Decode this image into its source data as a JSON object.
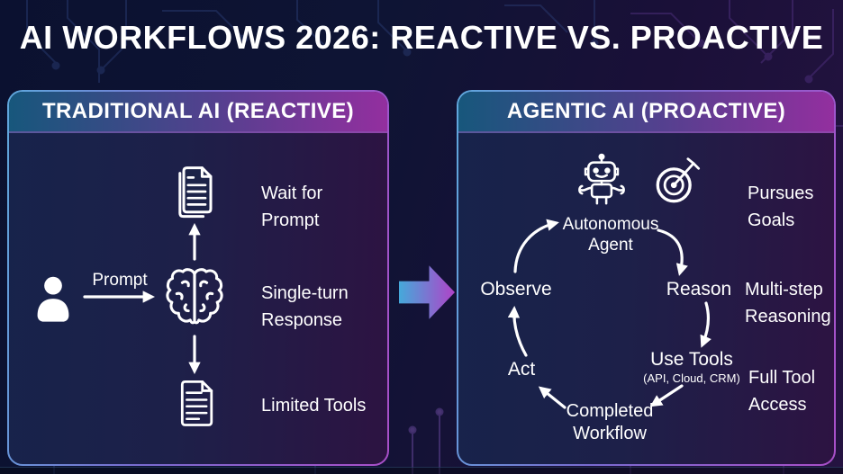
{
  "title": "AI WORKFLOWS 2026: REACTIVE VS. PROACTIVE",
  "colors": {
    "background_left": "#0b1130",
    "background_right": "#241340",
    "header_gradient_start": "#17577c",
    "header_gradient_end": "#932f9f",
    "panel_body_start": "#17234b",
    "panel_body_end": "#2d1342",
    "panel_border_start": "#5fa8dc",
    "panel_border_end": "#a94fc8",
    "transition_arrow_start": "#45a9da",
    "transition_arrow_end": "#b043c8",
    "text": "#ffffff"
  },
  "icons": [
    "person-icon",
    "brain-icon",
    "documents-icon",
    "document-icon",
    "robot-icon",
    "target-icon",
    "flow-arrow-icon",
    "transition-arrow-icon",
    "circuit-pattern"
  ],
  "traditional_panel": {
    "header": "TRADITIONAL AI (REACTIVE)",
    "prompt_arrow_label": "Prompt",
    "steps": [
      {
        "icon": "documents-icon",
        "label": "Wait for\nPrompt"
      },
      {
        "icon": "brain-icon",
        "label": "Single-turn\nResponse"
      },
      {
        "icon": "document-icon",
        "label": "Limited Tools"
      }
    ]
  },
  "agentic_panel": {
    "header": "AGENTIC AI (PROACTIVE)",
    "agent_label": "Autonomous\nAgent",
    "cycle": {
      "observe": "Observe",
      "reason": "Reason",
      "use_tools": "Use Tools",
      "use_tools_sub": "(API, Cloud, CRM)",
      "completed_workflow": "Completed\nWorkflow",
      "act": "Act"
    },
    "benefits": [
      "Pursues\nGoals",
      "Multi-step\nReasoning",
      "Full Tool\nAccess"
    ]
  }
}
